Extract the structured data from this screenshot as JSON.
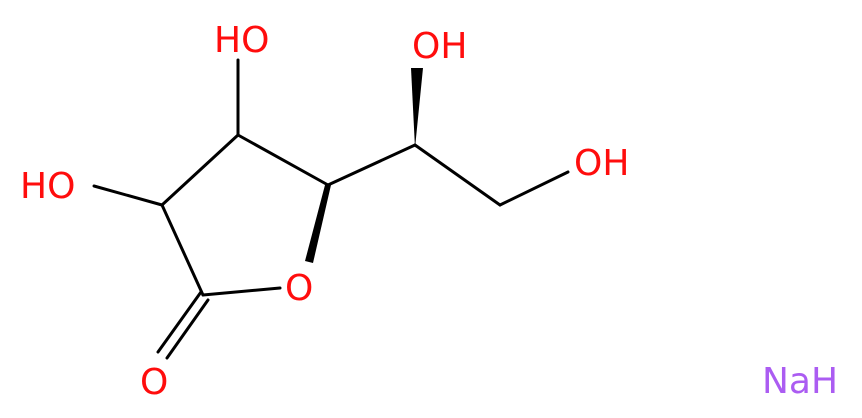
{
  "molecule": {
    "atoms": {
      "oh_c3": {
        "text": "HO"
      },
      "oh_c2": {
        "text": "HO"
      },
      "oh_c5": {
        "text": "OH"
      },
      "oh_c6": {
        "text": "OH"
      },
      "ring_o": {
        "text": "O"
      },
      "carbonyl_o": {
        "text": "O"
      }
    },
    "counterion": {
      "text": "NaH"
    },
    "colors": {
      "oxygen": "#ff0d0d",
      "sodium": "#ab5cf2",
      "bond": "#000000"
    }
  }
}
